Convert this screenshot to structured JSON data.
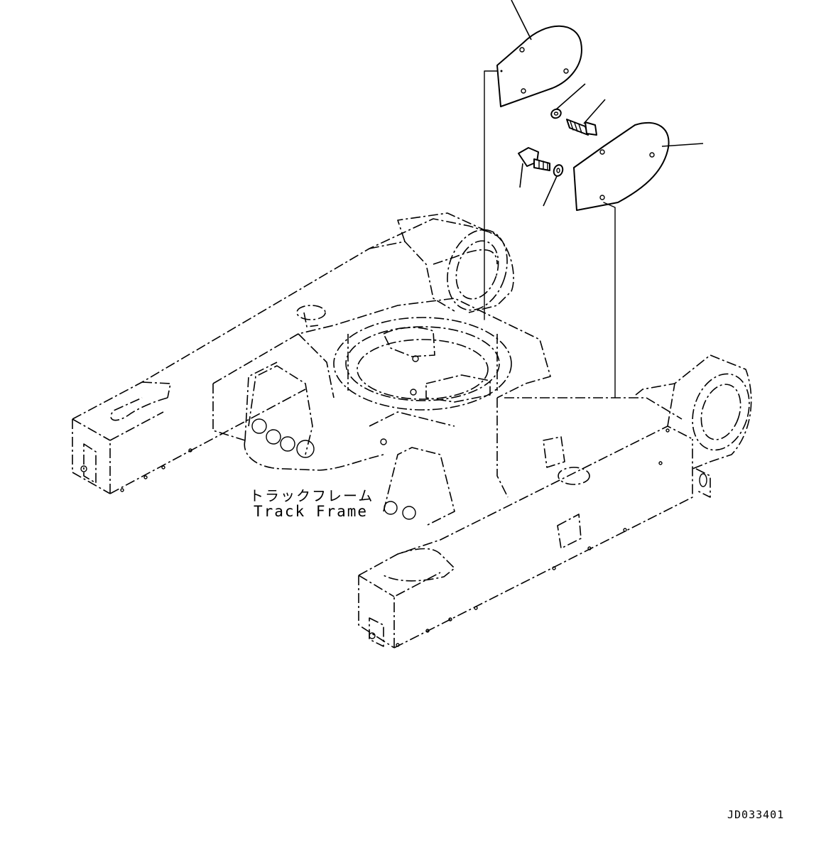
{
  "diagram": {
    "label_jp": "トラックフレーム",
    "label_en": "Track Frame",
    "drawing_number": "JD033401"
  },
  "colors": {
    "line": "#000000",
    "background": "#ffffff"
  }
}
